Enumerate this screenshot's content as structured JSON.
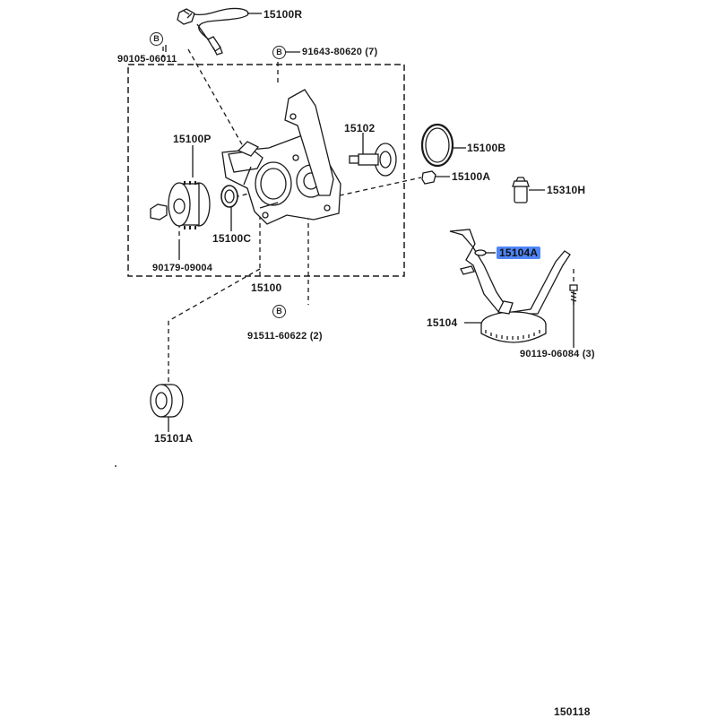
{
  "parts": {
    "p15100R": "15100R",
    "p90105": "90105-06011",
    "p91643": "91643-80620 (7)",
    "p15102": "15102",
    "p15100P": "15100P",
    "p15100B": "15100B",
    "p15100A": "15100A",
    "p15310H": "15310H",
    "p15100C": "15100C",
    "p15104A": "15104A",
    "p90179": "90179-09004",
    "p15100": "15100",
    "p15104": "15104",
    "p91511": "91511-60622 (2)",
    "p90119": "90119-06084 (3)",
    "p15101A": "15101A"
  },
  "bolt_marker": "B",
  "figure_number": "150118",
  "highlight_color": "#4f86f7"
}
